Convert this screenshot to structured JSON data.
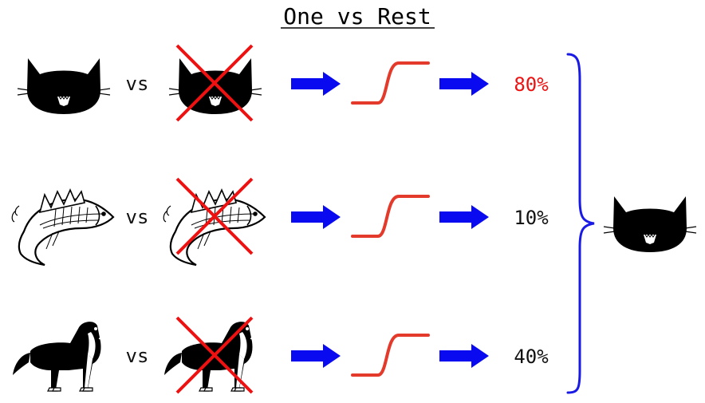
{
  "title": "One vs Rest",
  "vs_label": "vs",
  "rows": [
    {
      "animal": "cat",
      "icon": "cat-icon",
      "probability": "80%",
      "highlighted": true
    },
    {
      "animal": "fish",
      "icon": "fish-icon",
      "probability": "10%",
      "highlighted": false
    },
    {
      "animal": "dog",
      "icon": "dog-icon",
      "probability": "40%",
      "highlighted": false
    }
  ],
  "result": {
    "animal": "cat",
    "icon": "cat-icon"
  },
  "colors": {
    "arrow": "#0a0af0",
    "sigmoid": "#e33a2b",
    "cross": "#ee1111",
    "brace": "#1a1ae6",
    "highlight": "#ee1111",
    "text": "#111111",
    "silhouette": "#000000"
  }
}
